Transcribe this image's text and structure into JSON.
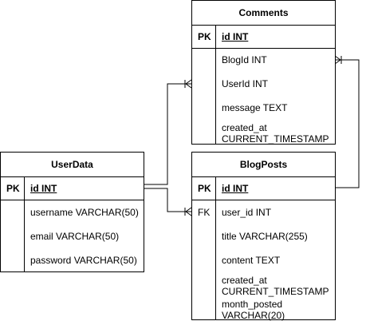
{
  "tables": {
    "comments": {
      "title": "Comments",
      "pk_label": "PK",
      "pk_field": "id INT",
      "fields": [
        "BlogId INT",
        "UserId INT",
        "message TEXT",
        "created_at",
        "CURRENT_TIMESTAMP"
      ]
    },
    "userdata": {
      "title": "UserData",
      "pk_label": "PK",
      "pk_field": "id INT",
      "fields": [
        "username VARCHAR(50)",
        "email VARCHAR(50)",
        "password VARCHAR(50)"
      ]
    },
    "blogposts": {
      "title": "BlogPosts",
      "pk_label": "PK",
      "pk_field": "id INT",
      "fk_label": "FK",
      "fields": [
        "user_id INT",
        "title VARCHAR(255)",
        "content TEXT",
        "created_at",
        "CURRENT_TIMESTAMP",
        "month_posted",
        "VARCHAR(20)"
      ]
    }
  }
}
